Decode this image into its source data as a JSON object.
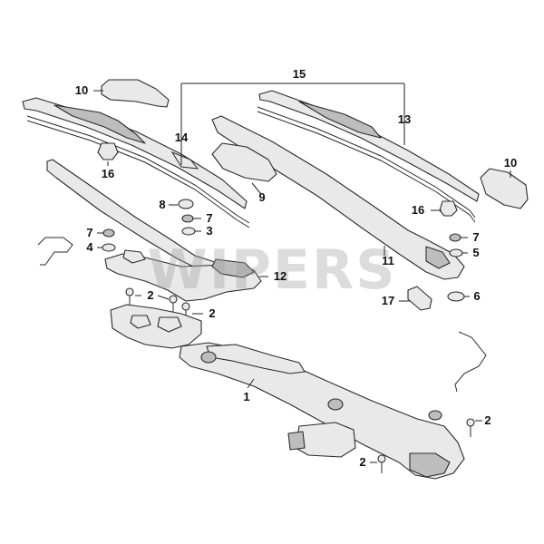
{
  "watermark": "WIPERS",
  "callouts": [
    {
      "id": "c15",
      "text": "15"
    },
    {
      "id": "c14",
      "text": "14"
    },
    {
      "id": "c13",
      "text": "13"
    },
    {
      "id": "c10a",
      "text": "10"
    },
    {
      "id": "c10b",
      "text": "10"
    },
    {
      "id": "c16a",
      "text": "16"
    },
    {
      "id": "c16b",
      "text": "16"
    },
    {
      "id": "c9",
      "text": "9"
    },
    {
      "id": "c8",
      "text": "8"
    },
    {
      "id": "c7a",
      "text": "7"
    },
    {
      "id": "c7b",
      "text": "7"
    },
    {
      "id": "c7c",
      "text": "7"
    },
    {
      "id": "c3",
      "text": "3"
    },
    {
      "id": "c4",
      "text": "4"
    },
    {
      "id": "c5",
      "text": "5"
    },
    {
      "id": "c6",
      "text": "6"
    },
    {
      "id": "c12",
      "text": "12"
    },
    {
      "id": "c11",
      "text": "11"
    },
    {
      "id": "c17",
      "text": "17"
    },
    {
      "id": "c2a",
      "text": "2"
    },
    {
      "id": "c2b",
      "text": "2"
    },
    {
      "id": "c2c",
      "text": "2"
    },
    {
      "id": "c2d",
      "text": "2"
    },
    {
      "id": "c1",
      "text": "1"
    }
  ]
}
